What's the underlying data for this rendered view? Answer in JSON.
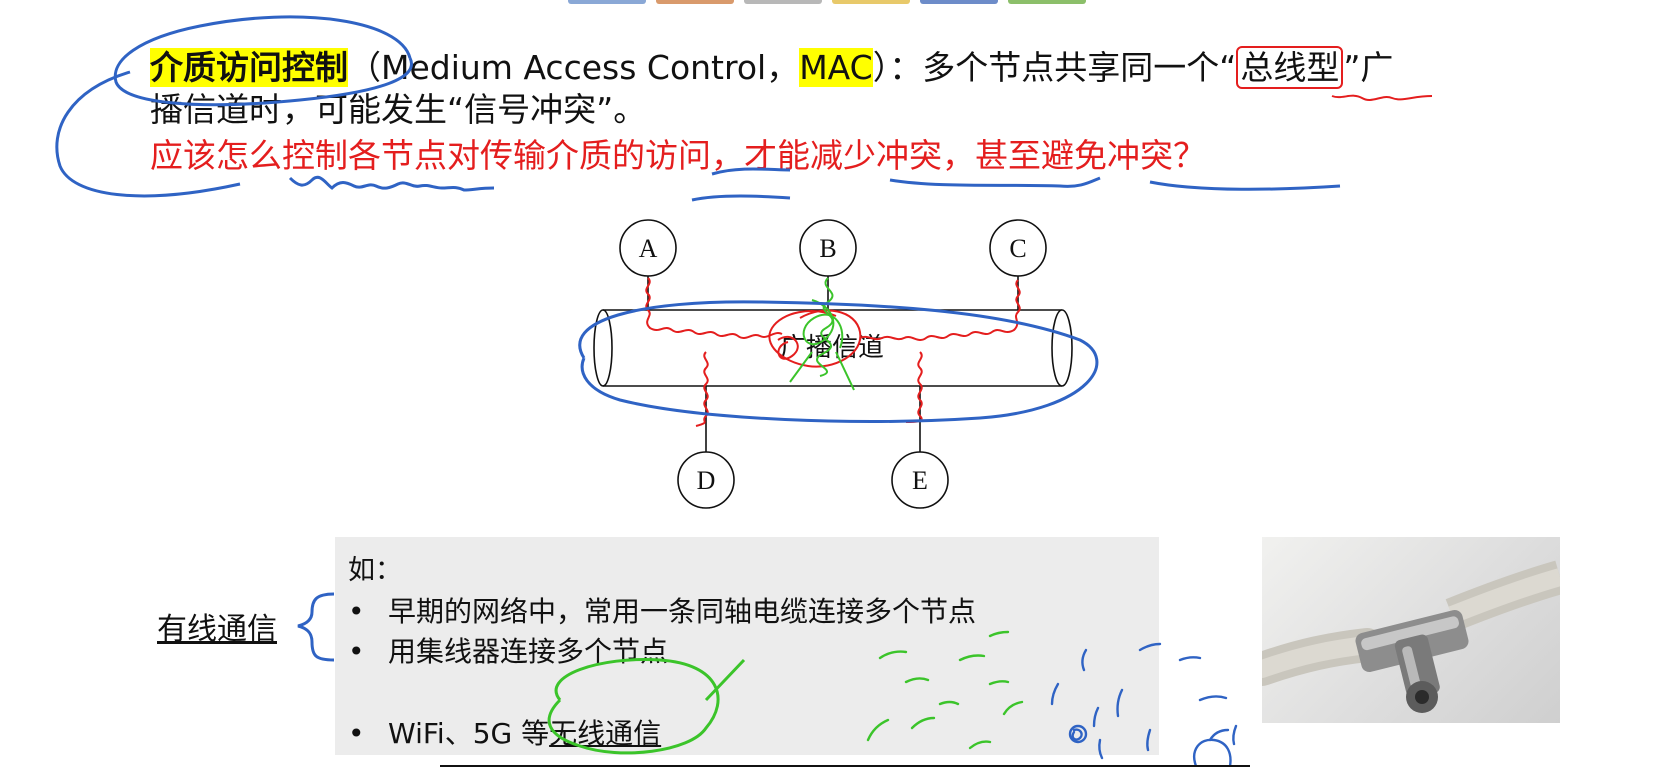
{
  "intro": {
    "term": "介质访问控制",
    "paren_open": "（",
    "english": "Medium Access Control，",
    "abbr": "MAC",
    "after": "）：多个节点共享同一个“",
    "boxed": "总线型",
    "tail": "”广",
    "line2": "播信道时，可能发生“信号冲突”。"
  },
  "question": "应该怎么控制各节点对传输介质的访问，才能减少冲突，甚至避免冲突？",
  "diagram": {
    "channel_label": "广播信道",
    "nodes": [
      "A",
      "B",
      "C",
      "D",
      "E"
    ]
  },
  "wired_label": "有线通信",
  "examples": {
    "heading": "如：",
    "items": [
      "早期的网络中，常用一条同轴电缆连接多个节点",
      "用集线器连接多个节点"
    ],
    "wifi_prefix": "WiFi、5G 等",
    "wifi_underlined": "无线通信"
  },
  "photo_icon": "coaxial-t-connector-photo",
  "colors": {
    "highlight": "#ffff00",
    "question_red": "#e41e1e",
    "pen_blue": "#2f63c4",
    "pen_red": "#e41e1e",
    "pen_green": "#3bc42a",
    "box_gray": "#ececec"
  }
}
